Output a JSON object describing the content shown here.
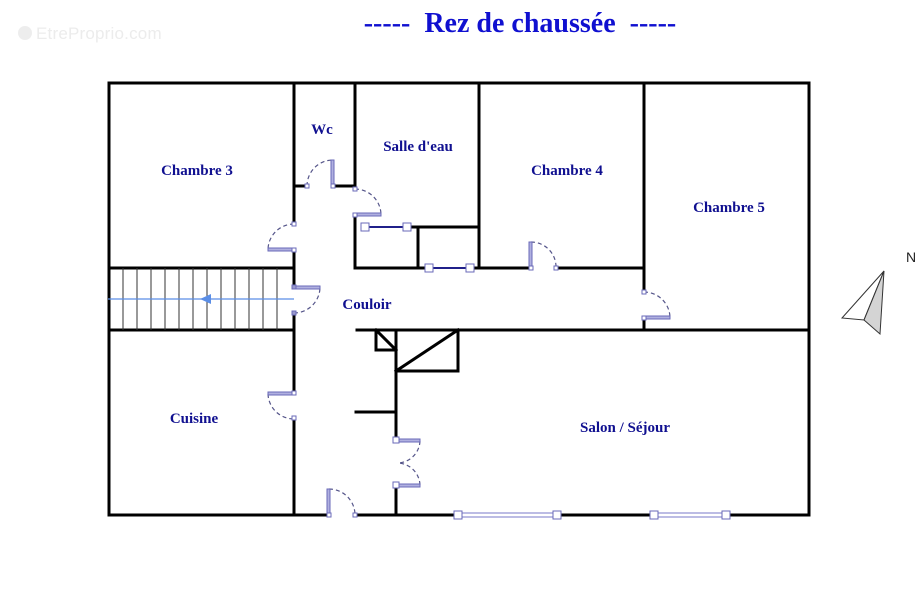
{
  "watermark": "EtreProprio.com",
  "title": "-----  Rez de chaussée  -----",
  "colors": {
    "title": "#1010d0",
    "labels": "#101090",
    "walls": "#000000",
    "doors": "#6a6ab8",
    "stair_arrow": "#5b8ee6",
    "compass_fill": "#d4d4d4"
  },
  "rooms": [
    {
      "id": "chambre3",
      "label": "Chambre 3"
    },
    {
      "id": "wc",
      "label": "Wc"
    },
    {
      "id": "salle-eau",
      "label": "Salle d'eau"
    },
    {
      "id": "chambre4",
      "label": "Chambre 4"
    },
    {
      "id": "chambre5",
      "label": "Chambre 5"
    },
    {
      "id": "couloir",
      "label": "Couloir"
    },
    {
      "id": "cuisine",
      "label": "Cuisine"
    },
    {
      "id": "salon",
      "label": "Salon / Séjour"
    }
  ],
  "compass": {
    "label": "N"
  }
}
